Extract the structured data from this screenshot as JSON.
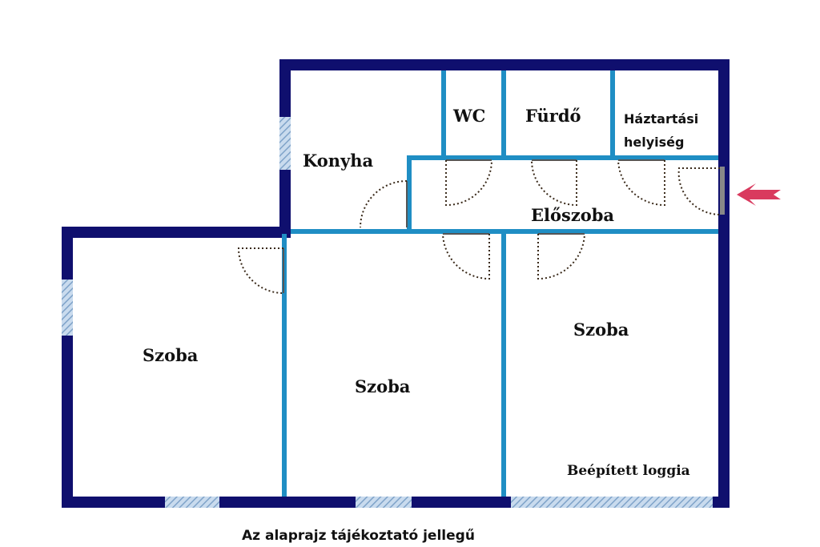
{
  "colors": {
    "outer_wall": "#0f0f6e",
    "inner_wall": "#1f8ec4",
    "window": "#9fb9d6",
    "entrance_arrow": "#d93a5e"
  },
  "rooms": {
    "konyha": "Konyha",
    "wc": "WC",
    "furdo": "Fürdő",
    "haztartasi_line1": "Háztartási",
    "haztartasi_line2": "helyiség",
    "eloszoba": "Előszoba",
    "szoba_left": "Szoba",
    "szoba_middle": "Szoba",
    "szoba_right": "Szoba",
    "loggia": "Beépített loggia"
  },
  "note": "Az alaprajz tájékoztató jellegű",
  "icons": {
    "entrance": "entrance-arrow-icon"
  }
}
